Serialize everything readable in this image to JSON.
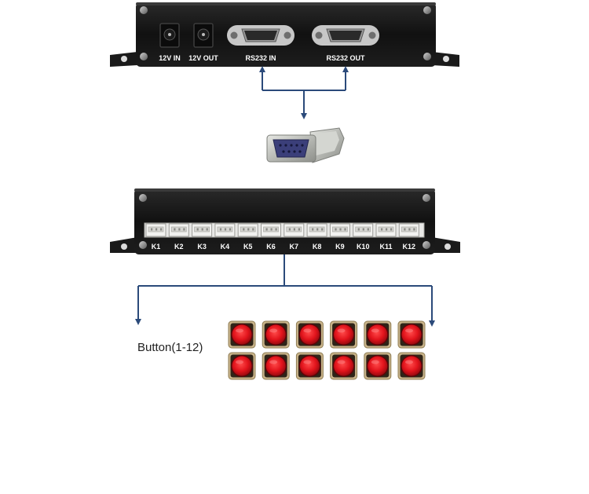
{
  "top_device": {
    "ports": [
      {
        "label": "12V IN",
        "kind": "dc-jack"
      },
      {
        "label": "12V OUT",
        "kind": "dc-jack"
      },
      {
        "label": "RS232 IN",
        "kind": "db9"
      },
      {
        "label": "RS232 OUT",
        "kind": "db9"
      }
    ]
  },
  "bottom_device": {
    "terminals": [
      "K1",
      "K2",
      "K3",
      "K4",
      "K5",
      "K6",
      "K7",
      "K8",
      "K9",
      "K10",
      "K11",
      "K12"
    ]
  },
  "buttons": {
    "caption": "Button(1-12)",
    "count": 12,
    "rows": 2,
    "columns": 6
  },
  "colors": {
    "device_body": "#151515",
    "arrow": "#2b4a7a",
    "button_red": "#e2141c",
    "button_base": "#c9b48a",
    "adapter_metal": "#c6c8c4",
    "terminal_block": "#f2f2f0",
    "label_text": "#ffffff"
  }
}
